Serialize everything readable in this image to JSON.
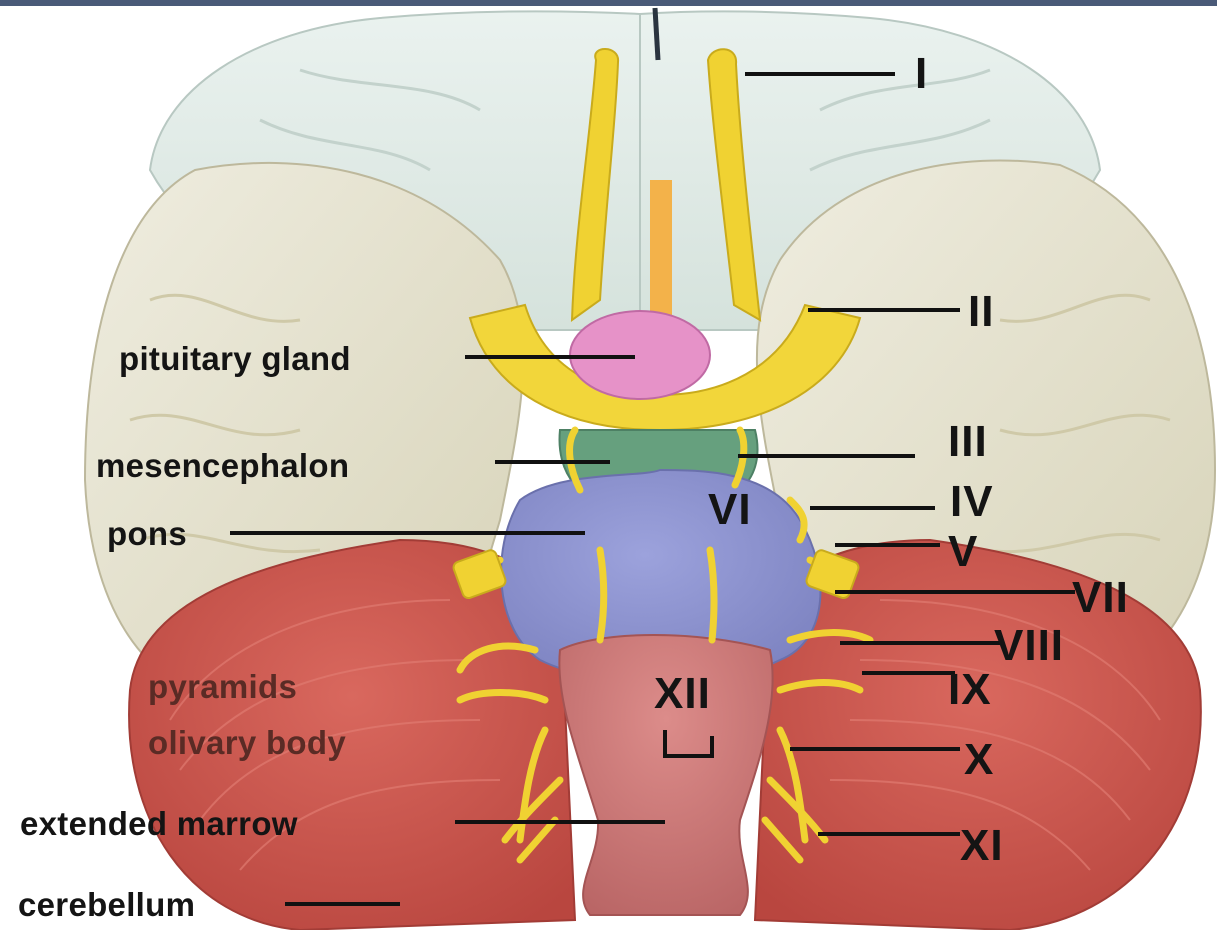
{
  "colors": {
    "cerebrum": "#e2ebe6",
    "temporal_lobe": "#e6e3cc",
    "cerebellum": "#cf5c52",
    "nerves": "#f0d232",
    "pituitary": "#e692c8",
    "mesencephalon": "#66a07e",
    "pons": "#8c92ce",
    "medulla": "#d07b7a",
    "leader_line": "#111111"
  },
  "labels": {
    "pituitary_gland": "pituitary gland",
    "mesencephalon": "mesencephalon",
    "pons": "pons",
    "pyramids": "pyramids",
    "olivary_body": "olivary body",
    "extended_marrow": "extended marrow",
    "cerebellum": "cerebellum"
  },
  "nerves": {
    "I": "I",
    "II": "II",
    "III": "III",
    "IV": "IV",
    "V": "V",
    "VI": "VI",
    "VII": "VII",
    "VIII": "VIII",
    "IX": "IX",
    "X": "X",
    "XI": "XI",
    "XII": "XII"
  }
}
